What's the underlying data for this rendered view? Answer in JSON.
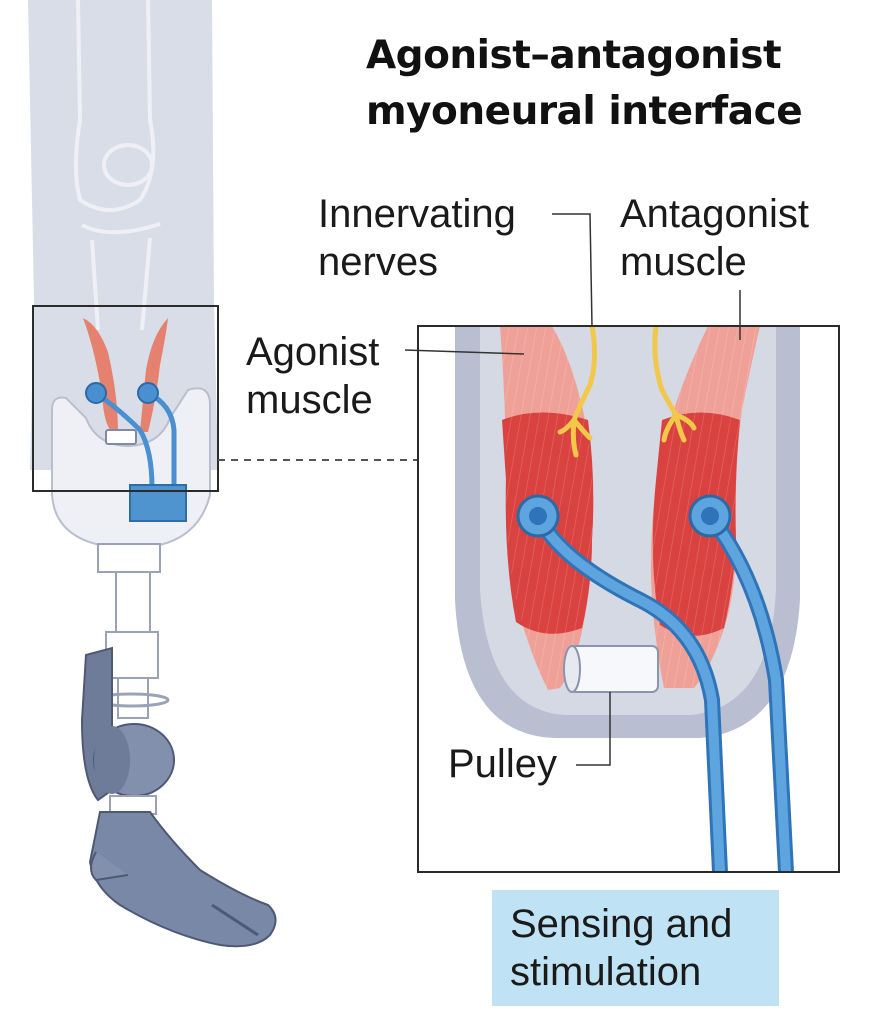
{
  "title": {
    "line1": "Agonist–antagonist",
    "line2": "myoneural interface"
  },
  "labels": {
    "innervating_nerves": [
      "Innervating",
      "nerves"
    ],
    "antagonist_muscle": [
      "Antagonist",
      "muscle"
    ],
    "agonist_muscle": [
      "Agonist",
      "muscle"
    ],
    "pulley": "Pulley",
    "sensing": [
      "Sensing and",
      "stimulation"
    ]
  },
  "colors": {
    "bone": "#dfe2ec",
    "socket": "#eef0f5",
    "muscle": "#d9423f",
    "tendon": "#f0a197",
    "nerve": "#f2c84b",
    "electrode": "#4a90d0",
    "device": "#4f94cf",
    "metal": "#8390ad",
    "callout": "#bfe3f5"
  }
}
